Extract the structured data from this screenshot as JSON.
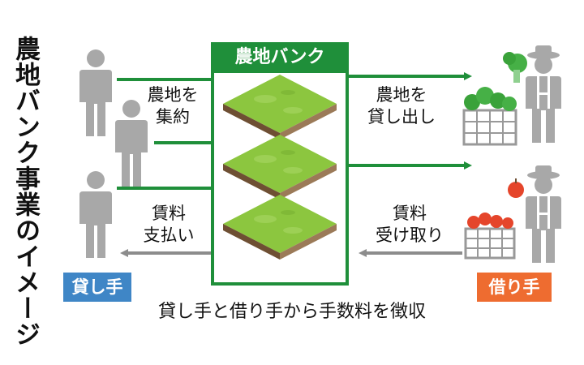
{
  "title": "農地バンク事業のイメージ",
  "bank_title": "農地バンク",
  "flows": {
    "collect": "農地を\n集約",
    "lend_out": "農地を\n貸し出し",
    "rent_receive": "賃料\n受け取り",
    "rent_pay": "賃料\n支払い"
  },
  "roles": {
    "lender": "貸し手",
    "borrower": "借り手"
  },
  "caption": "貸し手と借り手から手数料を徴収",
  "colors": {
    "bank_green": "#1f8f3a",
    "land_green": "#8cc63f",
    "soil_brown": "#8a6a4a",
    "arrow_gray": "#8c8c8c",
    "person_gray": "#a8a8a8",
    "lender_blue": "#3f86c6",
    "borrower_orange": "#ee6c30"
  },
  "icons": [
    "person-icon",
    "farmer-icon",
    "broccoli-crate-icon",
    "apple-crate-icon",
    "land-plot-icon"
  ]
}
